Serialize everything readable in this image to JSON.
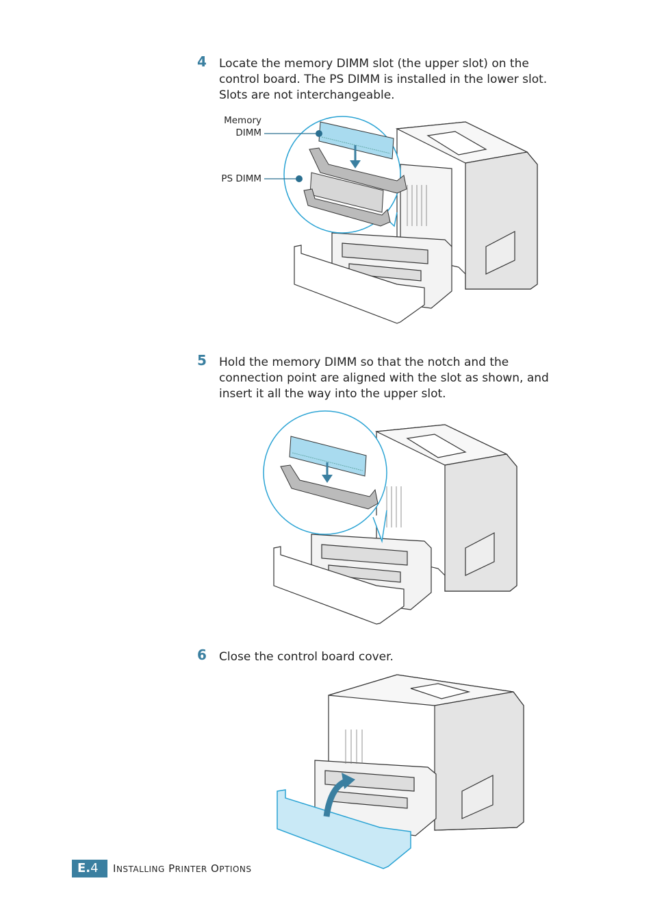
{
  "steps": [
    {
      "number": "4",
      "lines": [
        "Locate the memory DIMM slot (the upper slot) on the",
        "control board. The PS DIMM is installed in the lower slot.",
        "Slots are not interchangeable."
      ]
    },
    {
      "number": "5",
      "lines": [
        "Hold the memory DIMM so that the notch and the",
        "connection point are aligned with the slot as shown, and",
        "insert it all the way into the upper slot."
      ]
    },
    {
      "number": "6",
      "lines": [
        "Close the control board cover."
      ]
    }
  ],
  "figure1": {
    "label_memory_line1": "Memory",
    "label_memory_line2": "DIMM",
    "label_ps": "PS DIMM"
  },
  "footer": {
    "chapter": "E.",
    "page": "4",
    "title_parts": [
      [
        "I",
        "NSTALLING"
      ],
      [
        "P",
        "RINTER"
      ],
      [
        "O",
        "PTIONS"
      ]
    ]
  },
  "colors": {
    "accent": "#3a7fa0",
    "dimm_fill": "#a9dbef",
    "callout_circle": "#2aa3d4",
    "cover_fill": "#c9e9f6"
  }
}
